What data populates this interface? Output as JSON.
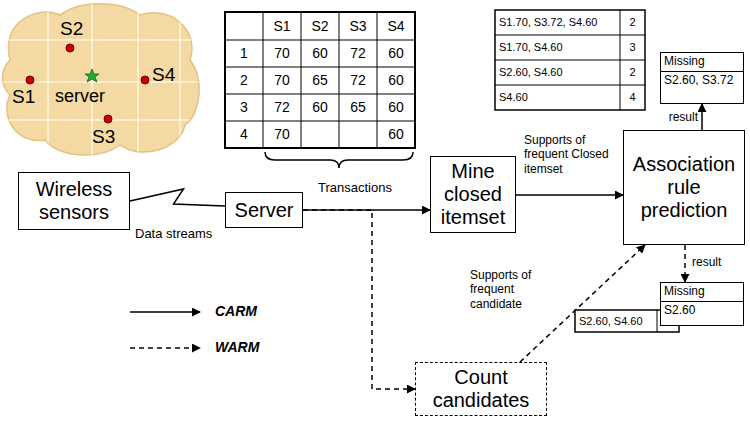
{
  "diagram": {
    "nodes": [
      {
        "text": [
          "Wireless sensors"
        ]
      },
      {
        "text": [
          "Server"
        ]
      },
      {
        "text": [
          "Mine closed itemset"
        ]
      },
      {
        "text": [
          "Association rule prediction"
        ]
      },
      {
        "text": [
          "Count candidates"
        ]
      },
      {
        "text": [
          "Missing",
          "S2.60, S3.72"
        ]
      },
      {
        "text": [
          "Missing",
          "S2.60"
        ]
      }
    ],
    "edges": [
      {
        "from": 0,
        "to": 1,
        "label": "Data streams",
        "arrow": "none"
      },
      {
        "from": 1,
        "to": 2,
        "label": "Transactions",
        "arrow": "to"
      },
      {
        "from": 1,
        "to": 4,
        "arrow": "to"
      },
      {
        "from": 2,
        "to": 3,
        "label": "Supports of frequent Closed itemset",
        "arrow": "to"
      },
      {
        "from": 4,
        "to": 3,
        "label": "Supports of frequent candidate",
        "arrow": "to"
      },
      {
        "from": 3,
        "to": 5,
        "label": "result",
        "arrow": "to"
      },
      {
        "from": 3,
        "to": 6,
        "label": "result",
        "arrow": "to"
      }
    ],
    "labels": [
      "S1",
      "S2",
      "S3",
      "S4",
      "server",
      "S1",
      "S2",
      "S3",
      "S4",
      "1",
      "70",
      "60",
      "72",
      "60",
      "2",
      "70",
      "65",
      "72",
      "60",
      "3",
      "72",
      "60",
      "65",
      "60",
      "4",
      "70",
      "60",
      "S1.70, S3.72, S4.60",
      "2",
      "S1.70, S4.60",
      "3",
      "S2.60, S4.60",
      "2",
      "S4.60",
      "4",
      "S2.60, S4.60",
      "2"
    ],
    "legend": [
      {
        "text": "CARM"
      },
      {
        "text": "WARM"
      }
    ]
  }
}
